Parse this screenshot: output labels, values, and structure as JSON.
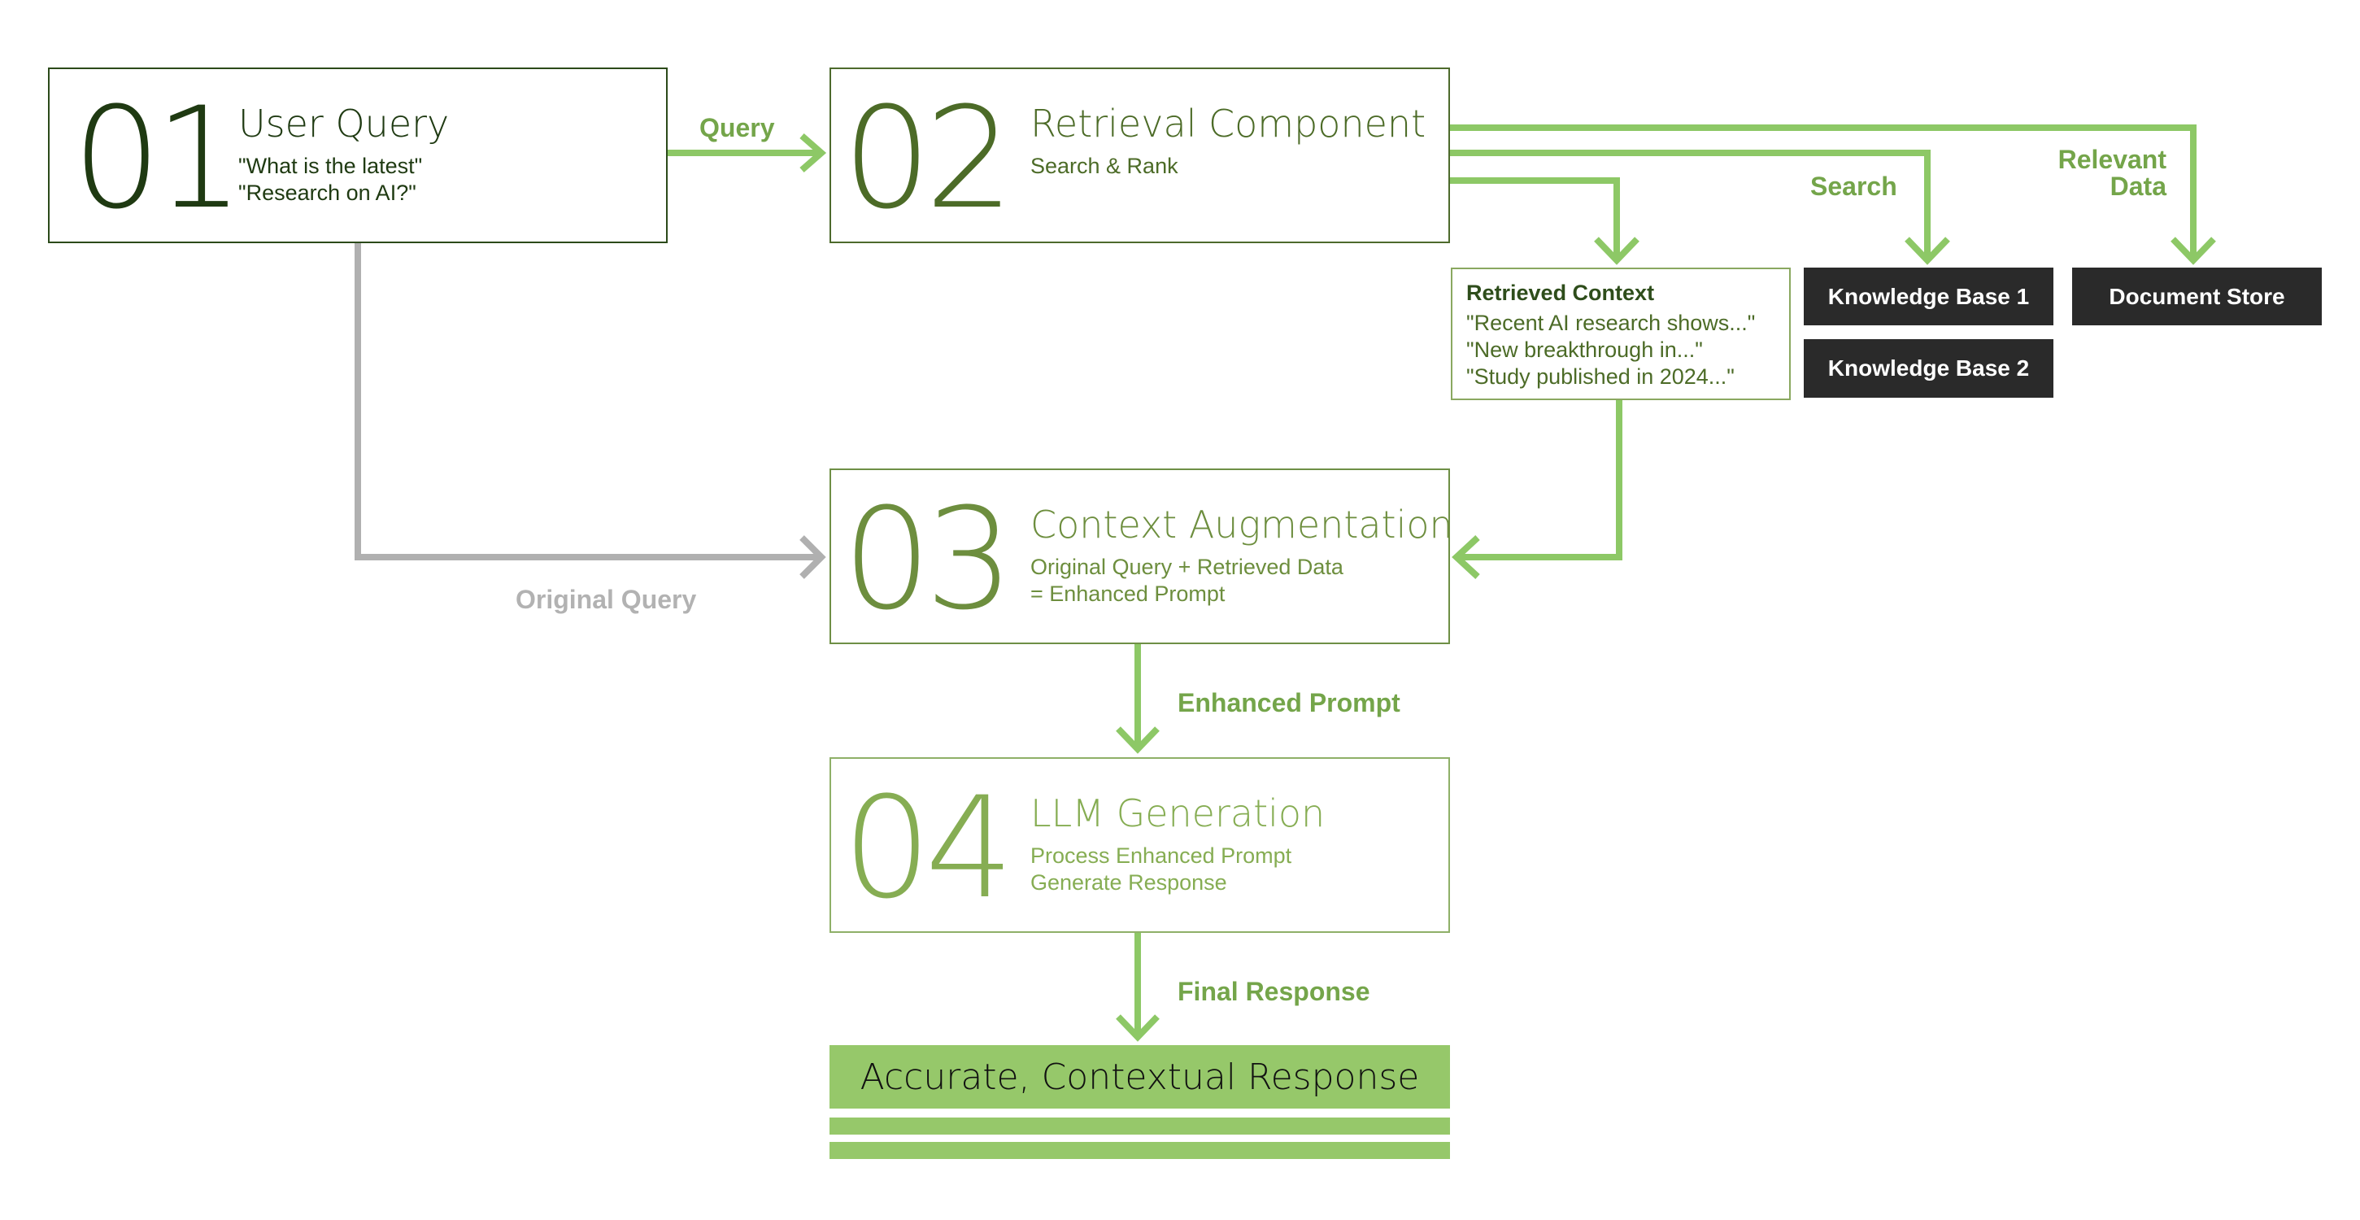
{
  "colors": {
    "arrow_green": "#8dc866",
    "arrow_gray": "#b0b0b0",
    "label_green": "#74a54a",
    "dark_box": "#2a2a2a",
    "result_fill": "#96c86a"
  },
  "steps": [
    {
      "number": "01",
      "title": "User Query",
      "lines": [
        "\"What is the latest\"",
        "\"Research on AI?\""
      ]
    },
    {
      "number": "02",
      "title": "Retrieval Component",
      "lines": [
        "Search & Rank"
      ]
    },
    {
      "number": "03",
      "title": "Context Augmentation",
      "lines": [
        "Original Query + Retrieved Data",
        "= Enhanced Prompt"
      ]
    },
    {
      "number": "04",
      "title": "LLM Generation",
      "lines": [
        "Process Enhanced Prompt",
        "Generate Response"
      ]
    }
  ],
  "retrieved_context": {
    "title": "Retrieved Context",
    "lines": [
      "\"Recent AI research shows...\"",
      "\"New breakthrough in...\"",
      "\"Study published in 2024...\""
    ]
  },
  "sources": [
    "Knowledge Base 1",
    "Knowledge Base 2",
    "Document Store"
  ],
  "labels": {
    "query": "Query",
    "search": "Search",
    "relevant_data": [
      "Relevant",
      "Data"
    ],
    "original_query": "Original Query",
    "enhanced_prompt": "Enhanced Prompt",
    "final_response": "Final Response"
  },
  "result": "Accurate, Contextual Response"
}
